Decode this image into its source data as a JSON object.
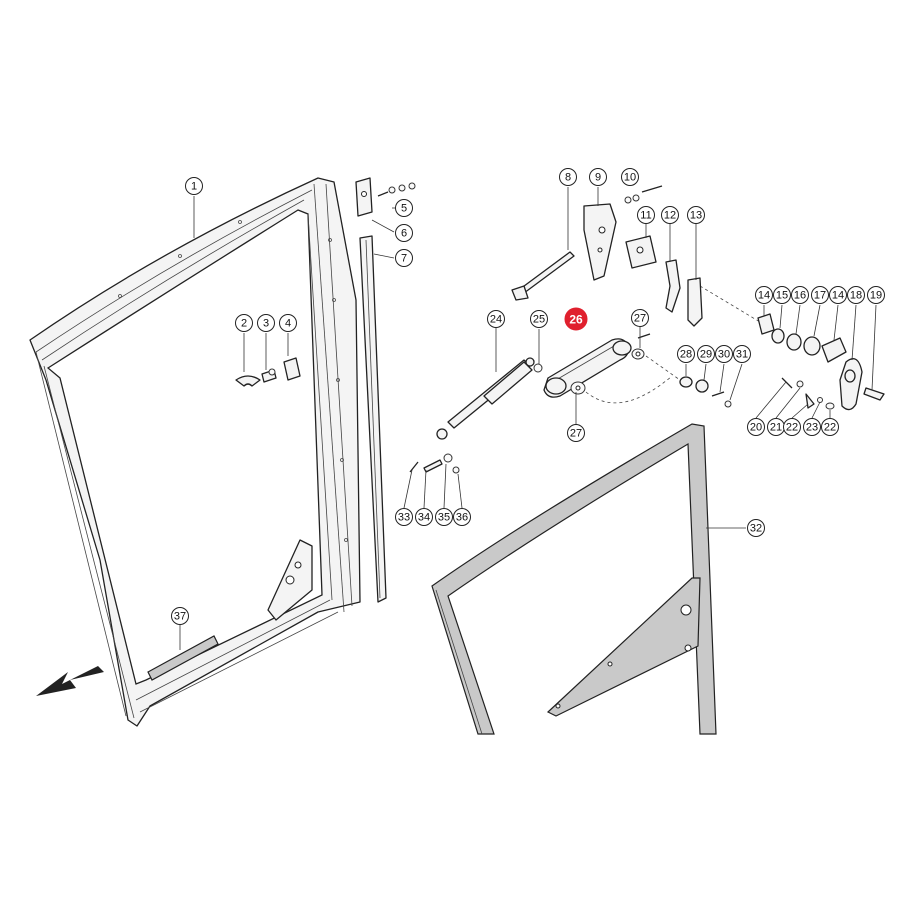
{
  "diagram": {
    "highlighted_part": "26",
    "highlight_color": "#e0202e",
    "callouts": [
      {
        "id": "c1",
        "label": "1"
      },
      {
        "id": "c2",
        "label": "2"
      },
      {
        "id": "c3",
        "label": "3"
      },
      {
        "id": "c4",
        "label": "4"
      },
      {
        "id": "c5",
        "label": "5"
      },
      {
        "id": "c6",
        "label": "6"
      },
      {
        "id": "c7",
        "label": "7"
      },
      {
        "id": "c8",
        "label": "8"
      },
      {
        "id": "c9",
        "label": "9"
      },
      {
        "id": "c10",
        "label": "10"
      },
      {
        "id": "c11",
        "label": "11"
      },
      {
        "id": "c12",
        "label": "12"
      },
      {
        "id": "c13",
        "label": "13"
      },
      {
        "id": "c14a",
        "label": "14"
      },
      {
        "id": "c15",
        "label": "15"
      },
      {
        "id": "c16",
        "label": "16"
      },
      {
        "id": "c17",
        "label": "17"
      },
      {
        "id": "c14b",
        "label": "14"
      },
      {
        "id": "c18",
        "label": "18"
      },
      {
        "id": "c19",
        "label": "19"
      },
      {
        "id": "c20",
        "label": "20"
      },
      {
        "id": "c21",
        "label": "21"
      },
      {
        "id": "c22a",
        "label": "22"
      },
      {
        "id": "c23",
        "label": "23"
      },
      {
        "id": "c22b",
        "label": "22"
      },
      {
        "id": "c24",
        "label": "24"
      },
      {
        "id": "c25",
        "label": "25"
      },
      {
        "id": "c26",
        "label": "26"
      },
      {
        "id": "c27a",
        "label": "27"
      },
      {
        "id": "c27b",
        "label": "27"
      },
      {
        "id": "c28",
        "label": "28"
      },
      {
        "id": "c29",
        "label": "29"
      },
      {
        "id": "c30",
        "label": "30"
      },
      {
        "id": "c31",
        "label": "31"
      },
      {
        "id": "c32",
        "label": "32"
      },
      {
        "id": "c33",
        "label": "33"
      },
      {
        "id": "c34",
        "label": "34"
      },
      {
        "id": "c35",
        "label": "35"
      },
      {
        "id": "c36",
        "label": "36"
      },
      {
        "id": "c37",
        "label": "37"
      }
    ]
  }
}
